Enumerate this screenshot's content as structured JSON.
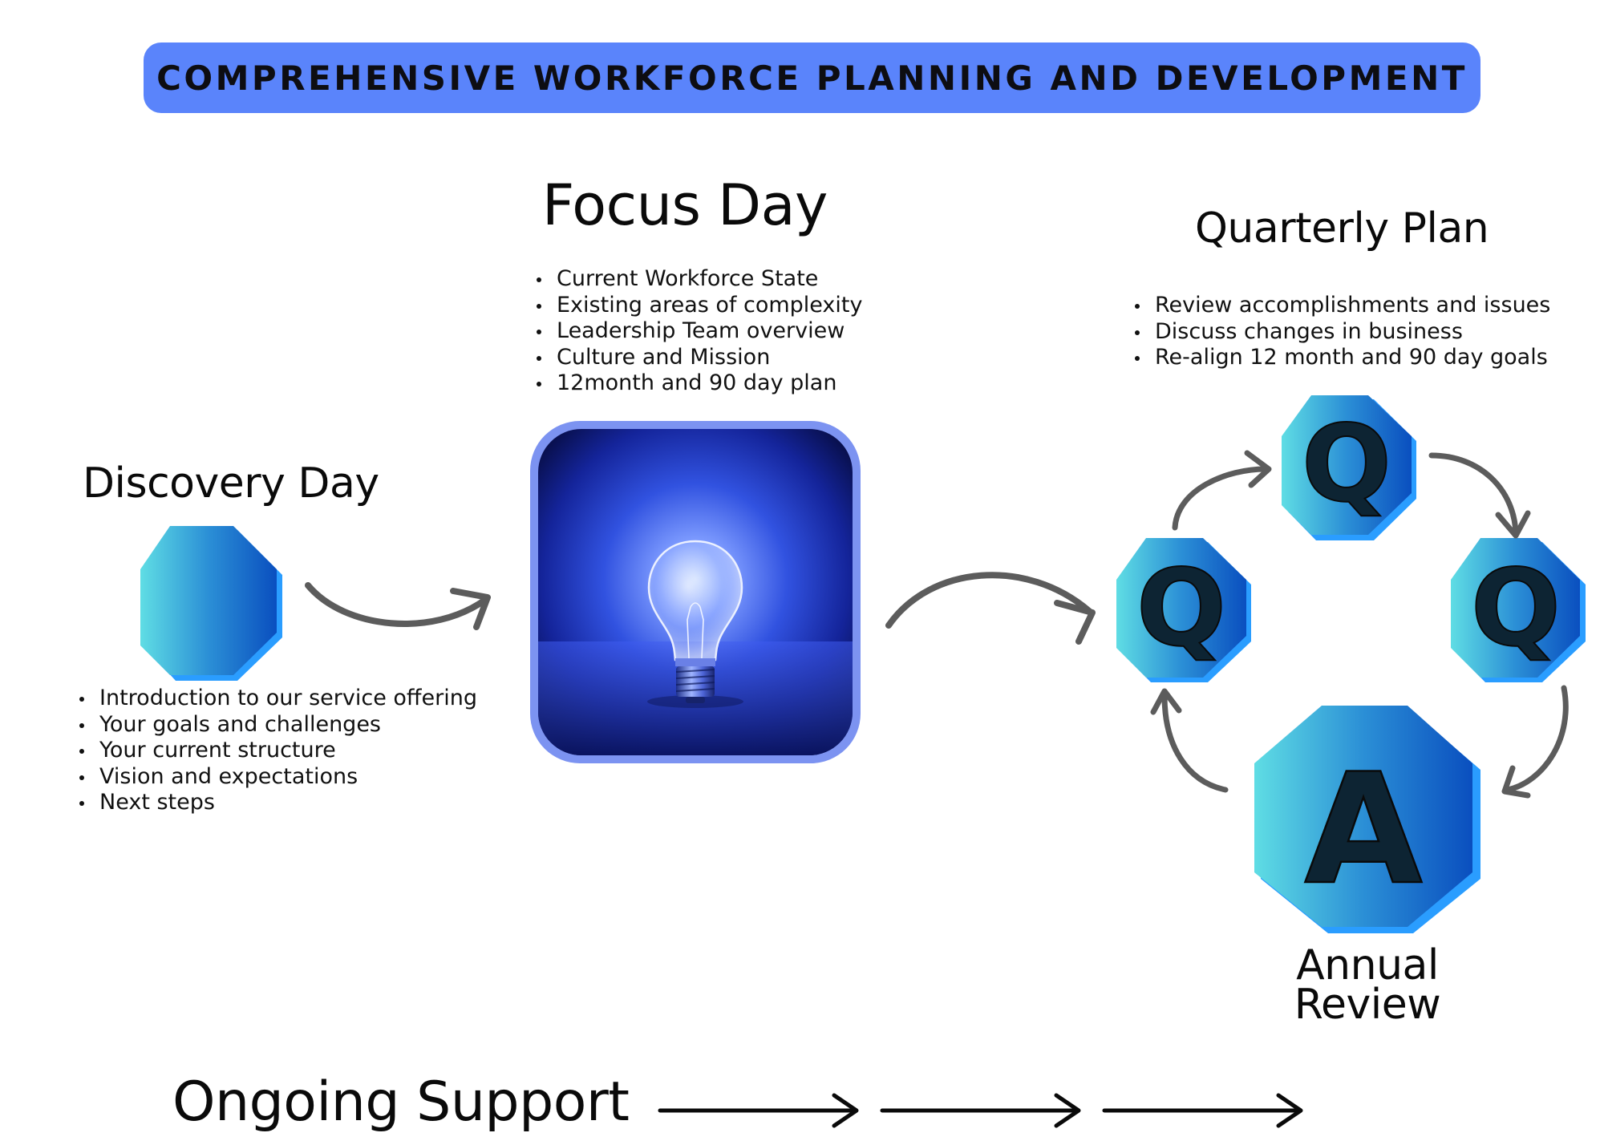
{
  "title": "COMPREHENSIVE WORKFORCE PLANNING AND DEVELOPMENT",
  "stages": {
    "discovery": {
      "title": "Discovery Day",
      "items": [
        "Introduction to our service offering",
        "Your goals and challenges",
        "Your current structure",
        "Vision and expectations",
        "Next steps"
      ]
    },
    "focus": {
      "title": "Focus Day",
      "items": [
        "Current Workforce State",
        "Existing areas of complexity",
        "Leadership Team overview",
        "Culture and Mission",
        "12month and 90 day plan"
      ],
      "image": "lightbulb-photo"
    },
    "quarterly": {
      "title": "Quarterly Plan",
      "items": [
        "Review accomplishments and issues",
        "Discuss changes in business",
        "Re-align 12 month and 90 day goals"
      ],
      "cycle_letters": [
        "Q",
        "Q",
        "Q",
        "A"
      ]
    },
    "annual": {
      "title": "Annual Review"
    }
  },
  "footer": {
    "label": "Ongoing Support",
    "arrow_count": 3
  },
  "colors": {
    "banner": "#5a84fb",
    "octagon_light": "#5fdde4",
    "octagon_dark": "#0a4fbf",
    "octagon_shadow": "#2a9dff",
    "frame": "#7c93f1",
    "arrow": "#5c5c5c"
  }
}
